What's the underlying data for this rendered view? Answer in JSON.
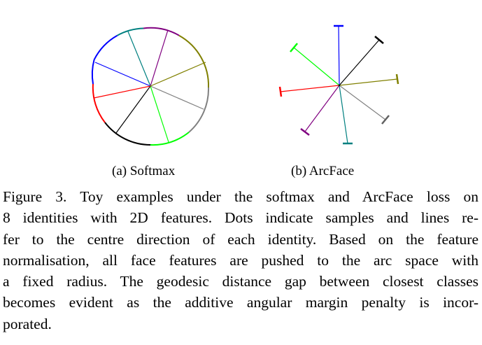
{
  "figure": {
    "subcaptions": {
      "a": "(a) Softmax",
      "b": "(b) ArcFace"
    },
    "colors": [
      "#0000ff",
      "#00ff00",
      "#000000",
      "#808000",
      "#808080",
      "#800080",
      "#ff0000",
      "#008080"
    ],
    "caption_lines": [
      "Figure 3. Toy examples under the softmax and ArcFace loss on",
      "8 identities with 2D features. Dots indicate samples and lines re-",
      "fer to the centre direction of each identity.  Based on the feature",
      "normalisation, all face features are pushed to the arc space with",
      "a fixed radius. The geodesic distance gap between closest classes",
      "becomes evident as the additive angular margin penalty is incor-",
      "porated."
    ]
  }
}
